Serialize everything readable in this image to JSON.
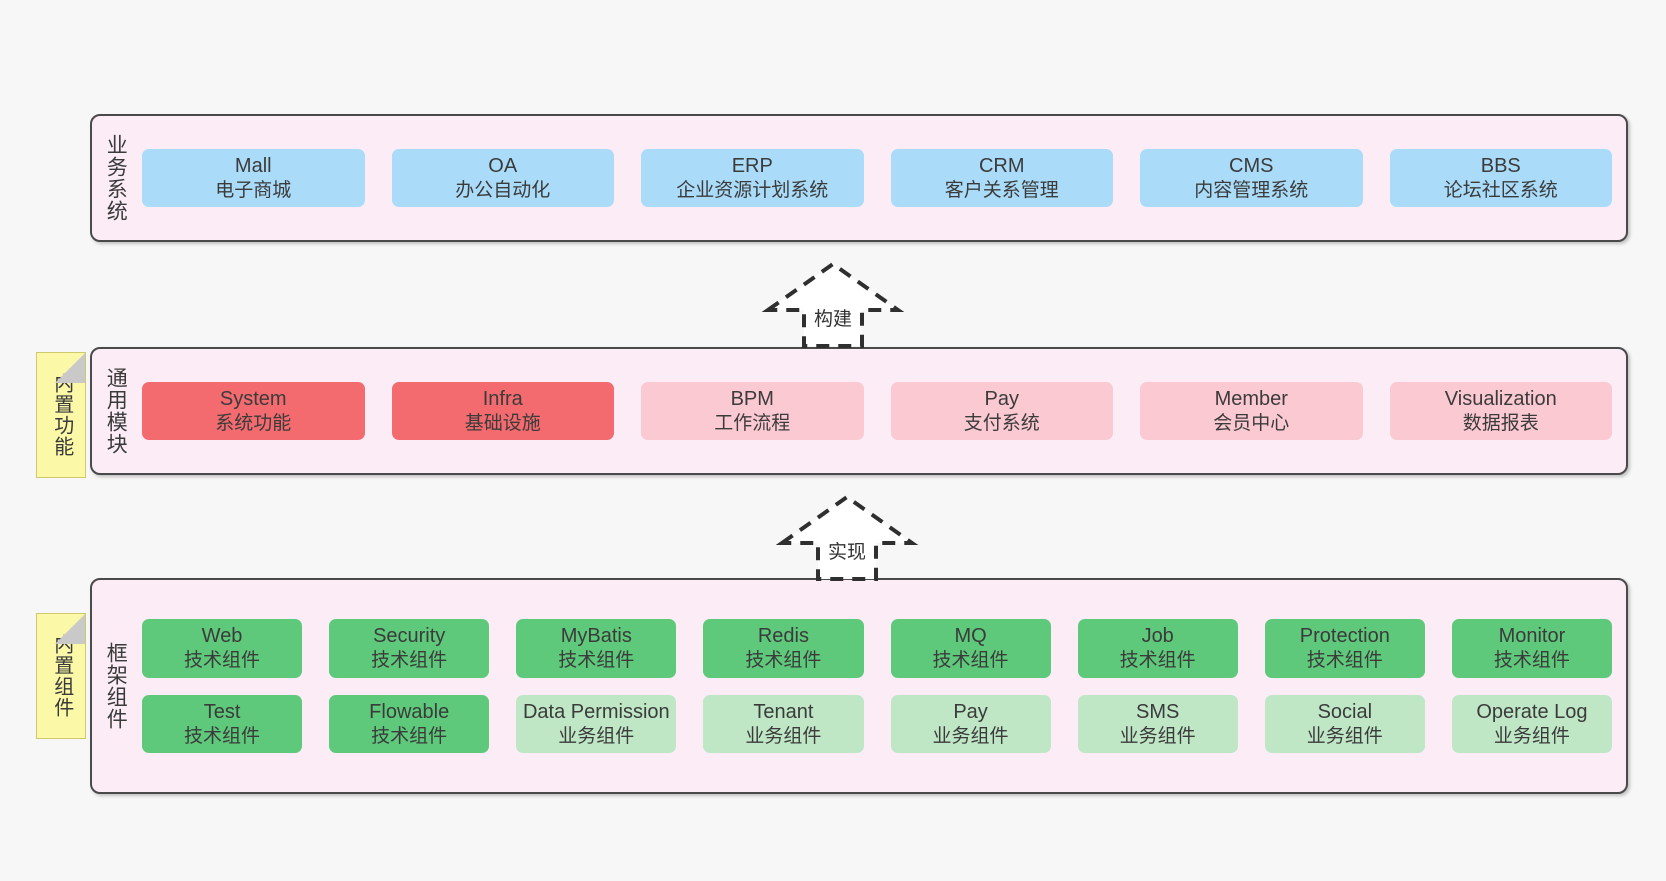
{
  "diagram": {
    "background_color": "#f7f7f7",
    "band_fill": "#fbecf5",
    "band_border": "#4a4a4a",
    "note_fill": "#fbf8a8"
  },
  "layers": [
    {
      "id": "business-systems",
      "title": "业务系统",
      "rows": [
        {
          "cards": [
            {
              "name": "Mall",
              "sub": "电子商城",
              "color": "#aadcfa",
              "style": "c-blue"
            },
            {
              "name": "OA",
              "sub": "办公自动化",
              "color": "#aadcfa",
              "style": "c-blue"
            },
            {
              "name": "ERP",
              "sub": "企业资源计划系统",
              "color": "#aadcfa",
              "style": "c-blue"
            },
            {
              "name": "CRM",
              "sub": "客户关系管理",
              "color": "#aadcfa",
              "style": "c-blue"
            },
            {
              "name": "CMS",
              "sub": "内容管理系统",
              "color": "#aadcfa",
              "style": "c-blue"
            },
            {
              "name": "BBS",
              "sub": "论坛社区系统",
              "color": "#aadcfa",
              "style": "c-blue"
            }
          ]
        }
      ]
    },
    {
      "id": "common-modules",
      "title": "通用模块",
      "note": "内置功能",
      "rows": [
        {
          "cards": [
            {
              "name": "System",
              "sub": "系统功能",
              "color": "#f36a6f",
              "style": "c-red"
            },
            {
              "name": "Infra",
              "sub": "基础设施",
              "color": "#f36a6f",
              "style": "c-red"
            },
            {
              "name": "BPM",
              "sub": "工作流程",
              "color": "#fbc9d2",
              "style": "c-pink"
            },
            {
              "name": "Pay",
              "sub": "支付系统",
              "color": "#fbc9d2",
              "style": "c-pink"
            },
            {
              "name": "Member",
              "sub": "会员中心",
              "color": "#fbc9d2",
              "style": "c-pink"
            },
            {
              "name": "Visualization",
              "sub": "数据报表",
              "color": "#fbc9d2",
              "style": "c-pink"
            }
          ]
        }
      ]
    },
    {
      "id": "framework-components",
      "title": "框架组件",
      "note": "内置组件",
      "rows": [
        {
          "cards": [
            {
              "name": "Web",
              "sub": "技术组件",
              "color": "#5ec97b",
              "style": "c-green"
            },
            {
              "name": "Security",
              "sub": "技术组件",
              "color": "#5ec97b",
              "style": "c-green"
            },
            {
              "name": "MyBatis",
              "sub": "技术组件",
              "color": "#5ec97b",
              "style": "c-green"
            },
            {
              "name": "Redis",
              "sub": "技术组件",
              "color": "#5ec97b",
              "style": "c-green"
            },
            {
              "name": "MQ",
              "sub": "技术组件",
              "color": "#5ec97b",
              "style": "c-green"
            },
            {
              "name": "Job",
              "sub": "技术组件",
              "color": "#5ec97b",
              "style": "c-green"
            },
            {
              "name": "Protection",
              "sub": "技术组件",
              "color": "#5ec97b",
              "style": "c-green"
            },
            {
              "name": "Monitor",
              "sub": "技术组件",
              "color": "#5ec97b",
              "style": "c-green"
            }
          ]
        },
        {
          "cards": [
            {
              "name": "Test",
              "sub": "技术组件",
              "color": "#5ec97b",
              "style": "c-green"
            },
            {
              "name": "Flowable",
              "sub": "技术组件",
              "color": "#5ec97b",
              "style": "c-green"
            },
            {
              "name": "Data Permission",
              "sub": "业务组件",
              "color": "#bfe7c6",
              "style": "c-greenlight"
            },
            {
              "name": "Tenant",
              "sub": "业务组件",
              "color": "#bfe7c6",
              "style": "c-greenlight"
            },
            {
              "name": "Pay",
              "sub": "业务组件",
              "color": "#bfe7c6",
              "style": "c-greenlight"
            },
            {
              "name": "SMS",
              "sub": "业务组件",
              "color": "#bfe7c6",
              "style": "c-greenlight"
            },
            {
              "name": "Social",
              "sub": "业务组件",
              "color": "#bfe7c6",
              "style": "c-greenlight"
            },
            {
              "name": "Operate Log",
              "sub": "业务组件",
              "color": "#bfe7c6",
              "style": "c-greenlight"
            }
          ]
        }
      ]
    }
  ],
  "connectors": [
    {
      "id": "build",
      "label": "构建",
      "direction": "up"
    },
    {
      "id": "implement",
      "label": "实现",
      "direction": "up"
    }
  ]
}
